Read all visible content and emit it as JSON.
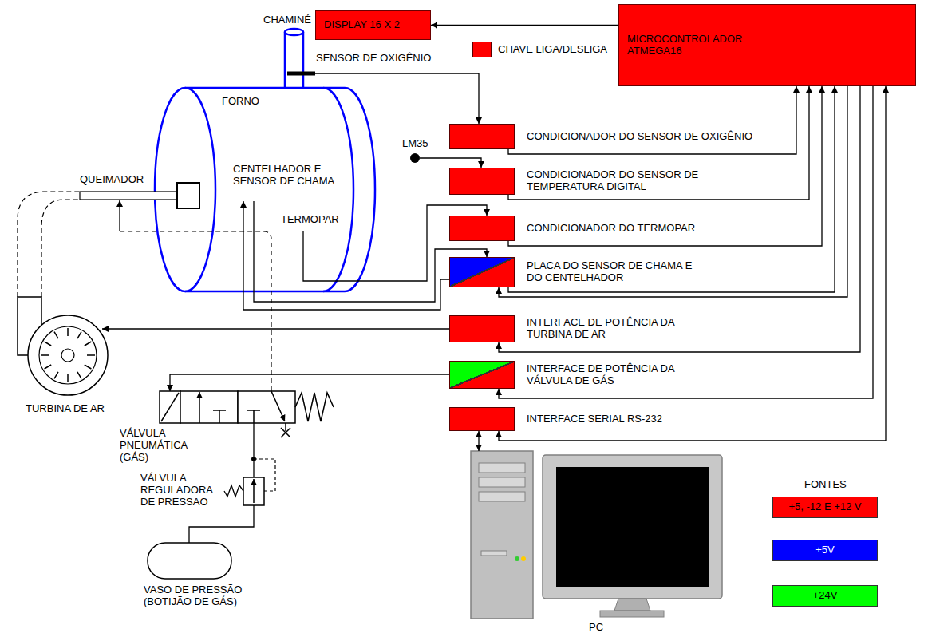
{
  "diagram": {
    "nodes": [
      {
        "text": [
          "DISPLAY 16 X 2"
        ]
      },
      {
        "text": [
          "MICROCONTROLADOR ATMEGA16"
        ]
      },
      {
        "text": [
          "CHAVE LIGA/DESLIGA"
        ]
      },
      {
        "text": [
          "CONDICIONADOR DO SENSOR DE OXIGÊNIO"
        ]
      },
      {
        "text": [
          "CONDICIONADOR DO SENSOR DE TEMPERATURA DIGITAL"
        ]
      },
      {
        "text": [
          "CONDICIONADOR DO TERMOPAR"
        ]
      },
      {
        "text": [
          "PLACA DO SENSOR DE CHAMA E DO CENTELHADOR"
        ]
      },
      {
        "text": [
          "INTERFACE DE POTÊNCIA DA TURBINA DE AR"
        ]
      },
      {
        "text": [
          "INTERFACE DE POTÊNCIA DA VÁLVULA DE GÁS"
        ]
      },
      {
        "text": [
          "INTERFACE SERIAL RS-232"
        ]
      }
    ],
    "edges": [
      {
        "from": 1,
        "to": 0,
        "arrow": "to"
      },
      {
        "from": 3,
        "to": 1,
        "arrow": "to"
      },
      {
        "from": 4,
        "to": 1,
        "arrow": "to"
      },
      {
        "from": 5,
        "to": 1,
        "arrow": "to"
      },
      {
        "from": 6,
        "to": 1,
        "arrow": "to"
      },
      {
        "from": 1,
        "to": 6,
        "arrow": "to"
      },
      {
        "from": 1,
        "to": 7,
        "arrow": "to"
      },
      {
        "from": 1,
        "to": 8,
        "arrow": "to"
      },
      {
        "from": 1,
        "to": 9,
        "arrow": "both"
      }
    ],
    "labels": [
      "CHAMINÉ",
      "SENSOR DE OXIGÊNIO",
      "FORNO",
      "LM35",
      "QUEIMADOR",
      "CENTELHADOR E SENSOR DE CHAMA",
      "TERMOPAR",
      "TURBINA DE AR",
      "VÁLVULA PNEUMÁTICA (GÁS)",
      "VÁLVULA REGULADORA DE PRESSÃO",
      "VASO DE PRESSÃO (BOTIJÃO DE GÁS)",
      "PC",
      "FONTES"
    ],
    "legend": [
      {
        "text": "+5, -12 E +12 V",
        "color": "#ff0000"
      },
      {
        "text": "+5V",
        "color": "#0000ff"
      },
      {
        "text": "+24V",
        "color": "#00ff00"
      }
    ]
  }
}
